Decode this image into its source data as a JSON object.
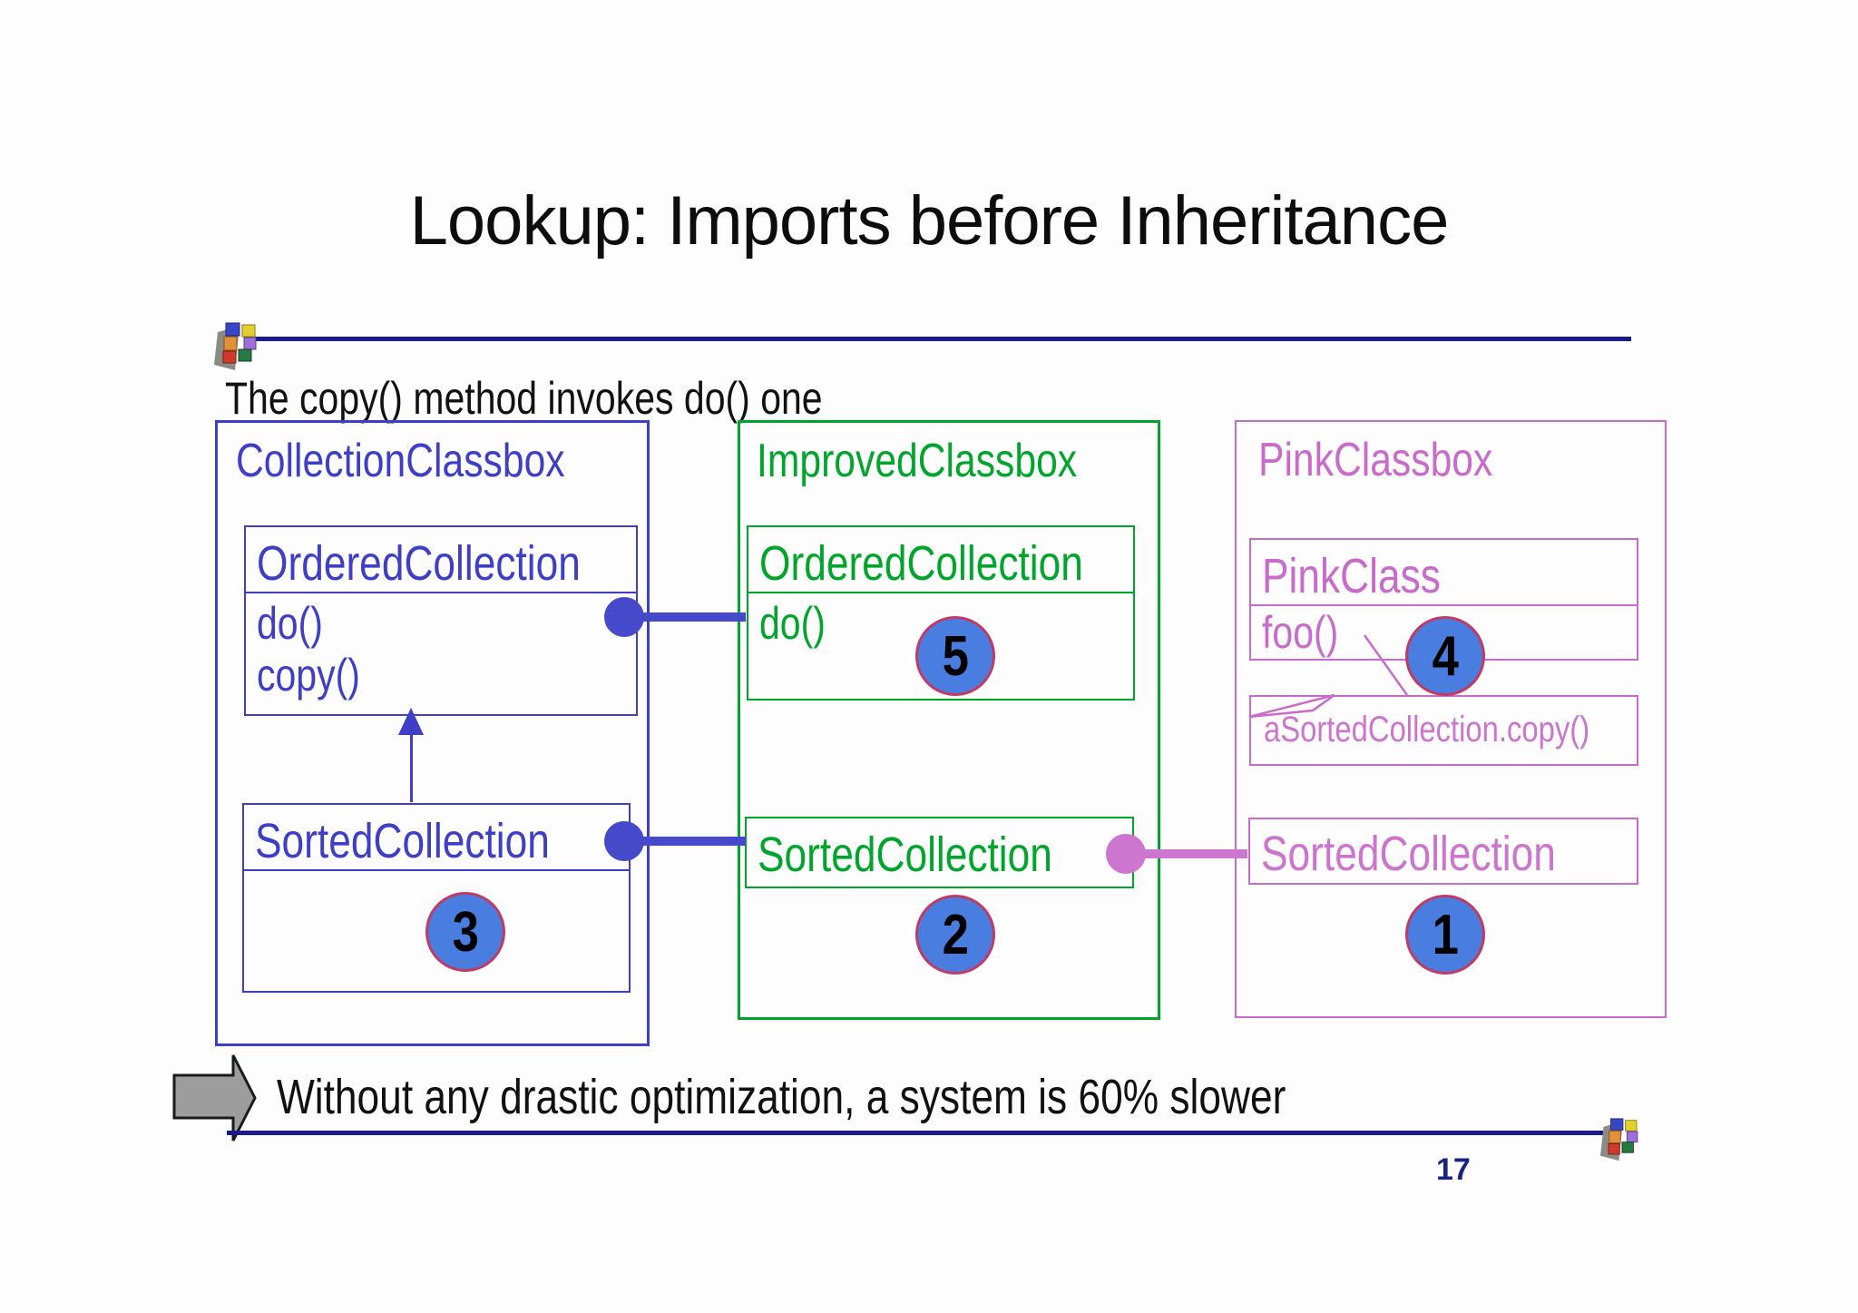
{
  "slide": {
    "title": "Lookup: Imports before Inheritance",
    "subtitle": "The copy() method invokes do() one",
    "bottom_note": "Without any drastic optimization, a system is 60% slower",
    "page_number": "17"
  },
  "colors": {
    "blue_box": "#3e3ec6",
    "green_box": "#00a62b",
    "pink_box": "#c96bca",
    "badge_fill": "#4a7de0",
    "badge_border": "#c23a64",
    "navy_rule": "#1a1a8c",
    "arrow_gray": "#9d9d9d"
  },
  "classboxes": {
    "collection": {
      "title": "CollectionClassbox",
      "ordered": {
        "name": "OrderedCollection",
        "method_do": "do()",
        "method_copy": "copy()"
      },
      "sorted": {
        "name": "SortedCollection",
        "badge": "3"
      }
    },
    "improved": {
      "title": "ImprovedClassbox",
      "ordered": {
        "name": "OrderedCollection",
        "method_do": "do()",
        "badge": "5"
      },
      "sorted": {
        "name": "SortedCollection",
        "badge": "2"
      }
    },
    "pink": {
      "title": "PinkClassbox",
      "pinkclass": {
        "name": "PinkClass",
        "method_foo": "foo()",
        "badge": "4"
      },
      "callout": "aSortedCollection.copy()",
      "sorted": {
        "name": "SortedCollection",
        "badge": "1"
      }
    }
  }
}
